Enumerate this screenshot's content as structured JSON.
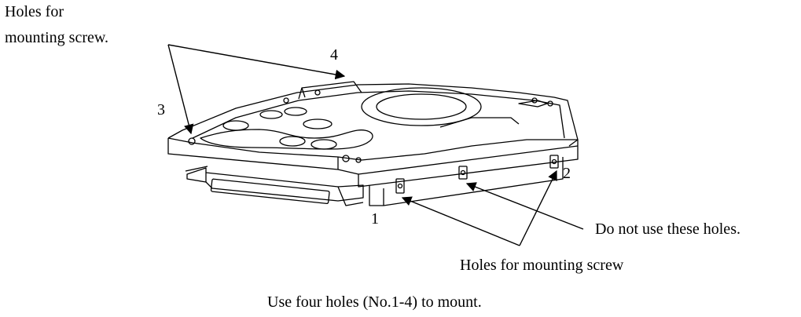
{
  "labels": {
    "top_holes_line1": "Holes for",
    "top_holes_line2": "mounting screw.",
    "hole_1": "1",
    "hole_2": "2",
    "hole_3": "3",
    "hole_4": "4",
    "bottom_holes": "Holes for mounting screw",
    "do_not_use": "Do not use these holes.",
    "caption": "Use four holes (No.1-4) to mount."
  },
  "colors": {
    "line": "#000000",
    "background": "#ffffff"
  }
}
